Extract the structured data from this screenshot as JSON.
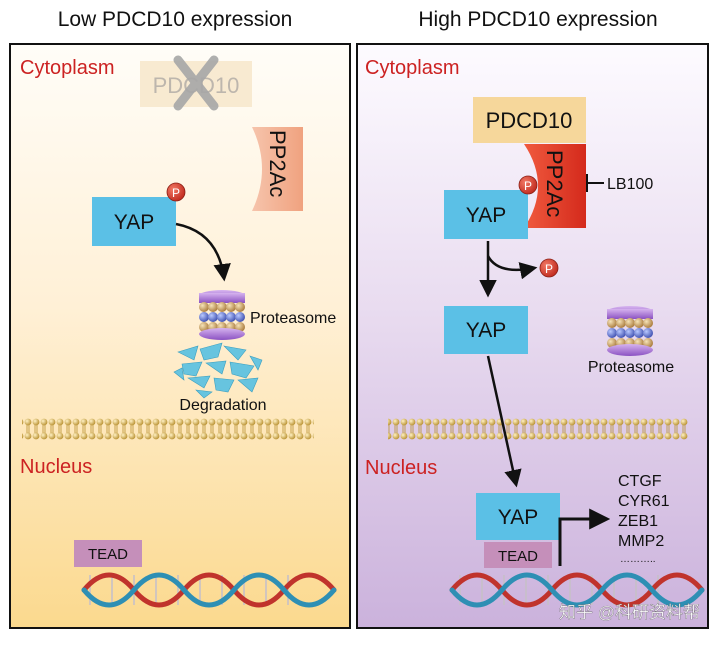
{
  "left": {
    "title": "Low PDCD10 expression",
    "cytoplasm": "Cytoplasm",
    "pdcd10": "PDCD10",
    "pp2ac": "PP2Ac",
    "yap": "YAP",
    "phospho": "P",
    "proteasome": "Proteasome",
    "degradation": "Degradation",
    "nucleus": "Nucleus",
    "tead": "TEAD"
  },
  "right": {
    "title": "High PDCD10 expression",
    "cytoplasm": "Cytoplasm",
    "pdcd10": "PDCD10",
    "pp2ac": "PP2Ac",
    "lb100": "LB100",
    "yap_bound": "YAP",
    "phospho_bound": "P",
    "phospho_released": "P",
    "yap_free": "YAP",
    "proteasome": "Proteasome",
    "nucleus": "Nucleus",
    "yap_nuclear": "YAP",
    "tead": "TEAD",
    "targets": [
      "CTGF",
      "CYR61",
      "ZEB1",
      "MMP2",
      "……….."
    ]
  },
  "watermark": "知乎 @科研资料帮",
  "colors": {
    "label_red": "#cc2222",
    "yap_blue": "#5bc0e6",
    "pdcd10_box": "#f6d79b",
    "pp2ac_light": "#f4b89c",
    "pp2ac_active": "#e83a2a",
    "tead_box": "#c58fba",
    "phospho_red": "#d93a2b",
    "membrane_gold": "#c9a34a"
  }
}
